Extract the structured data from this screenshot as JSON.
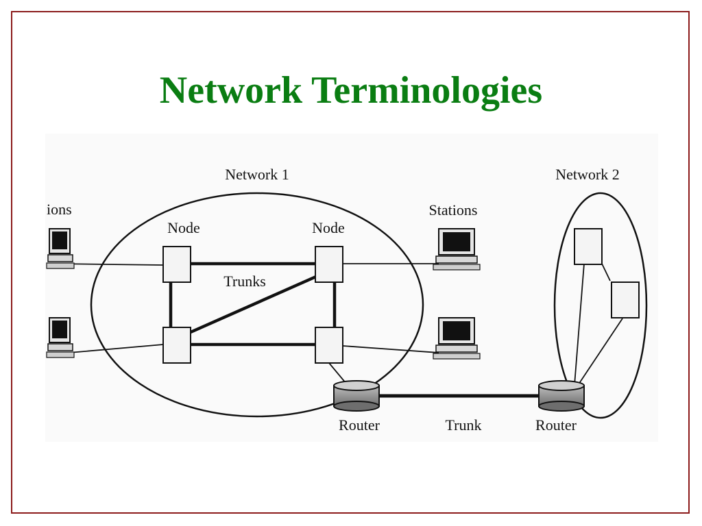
{
  "slide": {
    "title": "Network Terminologies",
    "border_color": "#8b1a1a",
    "title_color": "#0a7d12"
  },
  "diagram": {
    "labels": {
      "network1": "Network 1",
      "network2": "Network 2",
      "stations_left": "ions",
      "stations_right": "Stations",
      "node_left": "Node",
      "node_right": "Node",
      "trunks": "Trunks",
      "router_left": "Router",
      "trunk": "Trunk",
      "router_right": "Router"
    }
  }
}
